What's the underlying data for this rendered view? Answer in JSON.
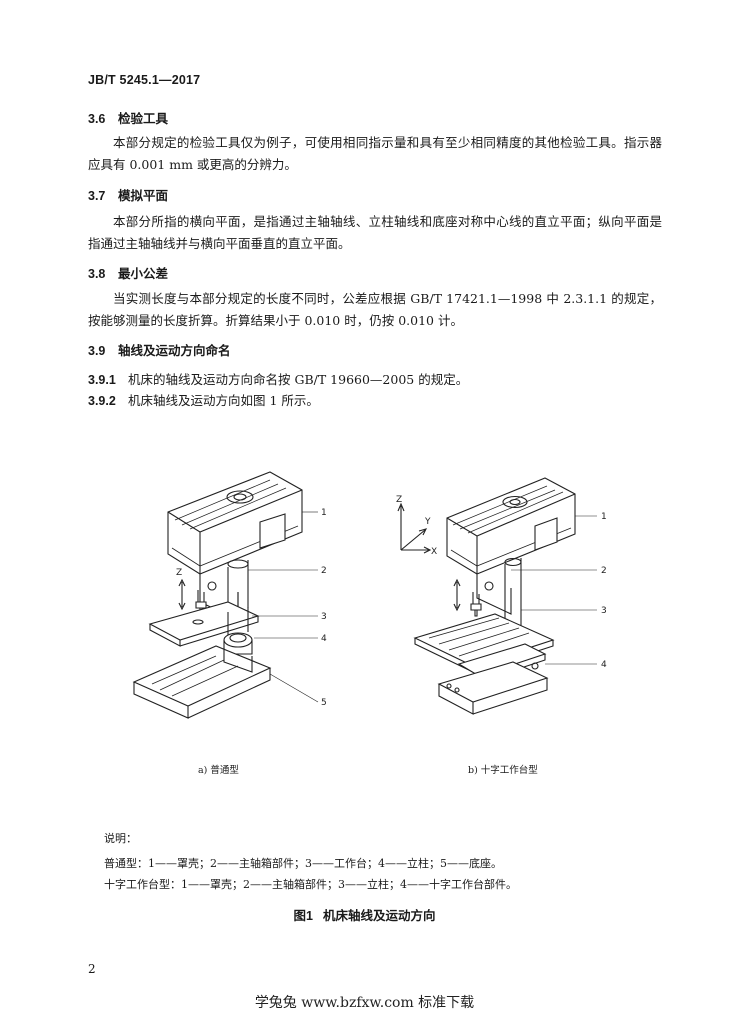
{
  "header": {
    "doc_id": "JB/T 5245.1—2017"
  },
  "sections": {
    "s36": {
      "num": "3.6",
      "title": "检验工具",
      "body": "本部分规定的检验工具仅为例子，可使用相同指示量和具有至少相同精度的其他检验工具。指示器应具有 0.001 mm 或更高的分辨力。"
    },
    "s37": {
      "num": "3.7",
      "title": "模拟平面",
      "body": "本部分所指的横向平面，是指通过主轴轴线、立柱轴线和底座对称中心线的直立平面；纵向平面是指通过主轴轴线并与横向平面垂直的直立平面。"
    },
    "s38": {
      "num": "3.8",
      "title": "最小公差",
      "body": "当实测长度与本部分规定的长度不同时，公差应根据 GB/T 17421.1—1998 中 2.3.1.1 的规定，按能够测量的长度折算。折算结果小于 0.010 时，仍按 0.010 计。"
    },
    "s39": {
      "num": "3.9",
      "title": "轴线及运动方向命名"
    },
    "s391": {
      "num": "3.9.1",
      "text": "机床的轴线及运动方向命名按 GB/T 19660—2005 的规定。"
    },
    "s392": {
      "num": "3.9.2",
      "text": "机床轴线及运动方向如图 1 所示。"
    }
  },
  "figure": {
    "a": {
      "label": "a) 普通型",
      "axis_z": "Z",
      "callouts": [
        "1",
        "2",
        "3",
        "4",
        "5"
      ]
    },
    "b": {
      "label": "b) 十字工作台型",
      "axis_z": "Z",
      "axis_y": "Y",
      "axis_x": "X",
      "callouts": [
        "1",
        "2",
        "3",
        "4"
      ]
    },
    "legend_title": "说明：",
    "legend_a": "普通型：1——罩壳；2——主轴箱部件；3——工作台；4——立柱；5——底座。",
    "legend_b": "十字工作台型：1——罩壳；2——主轴箱部件；3——立柱；4——十字工作台部件。",
    "caption_num": "图1",
    "caption_title": "机床轴线及运动方向"
  },
  "page_number": "2",
  "watermark": "学兔兔 www.bzfxw.com 标准下载"
}
